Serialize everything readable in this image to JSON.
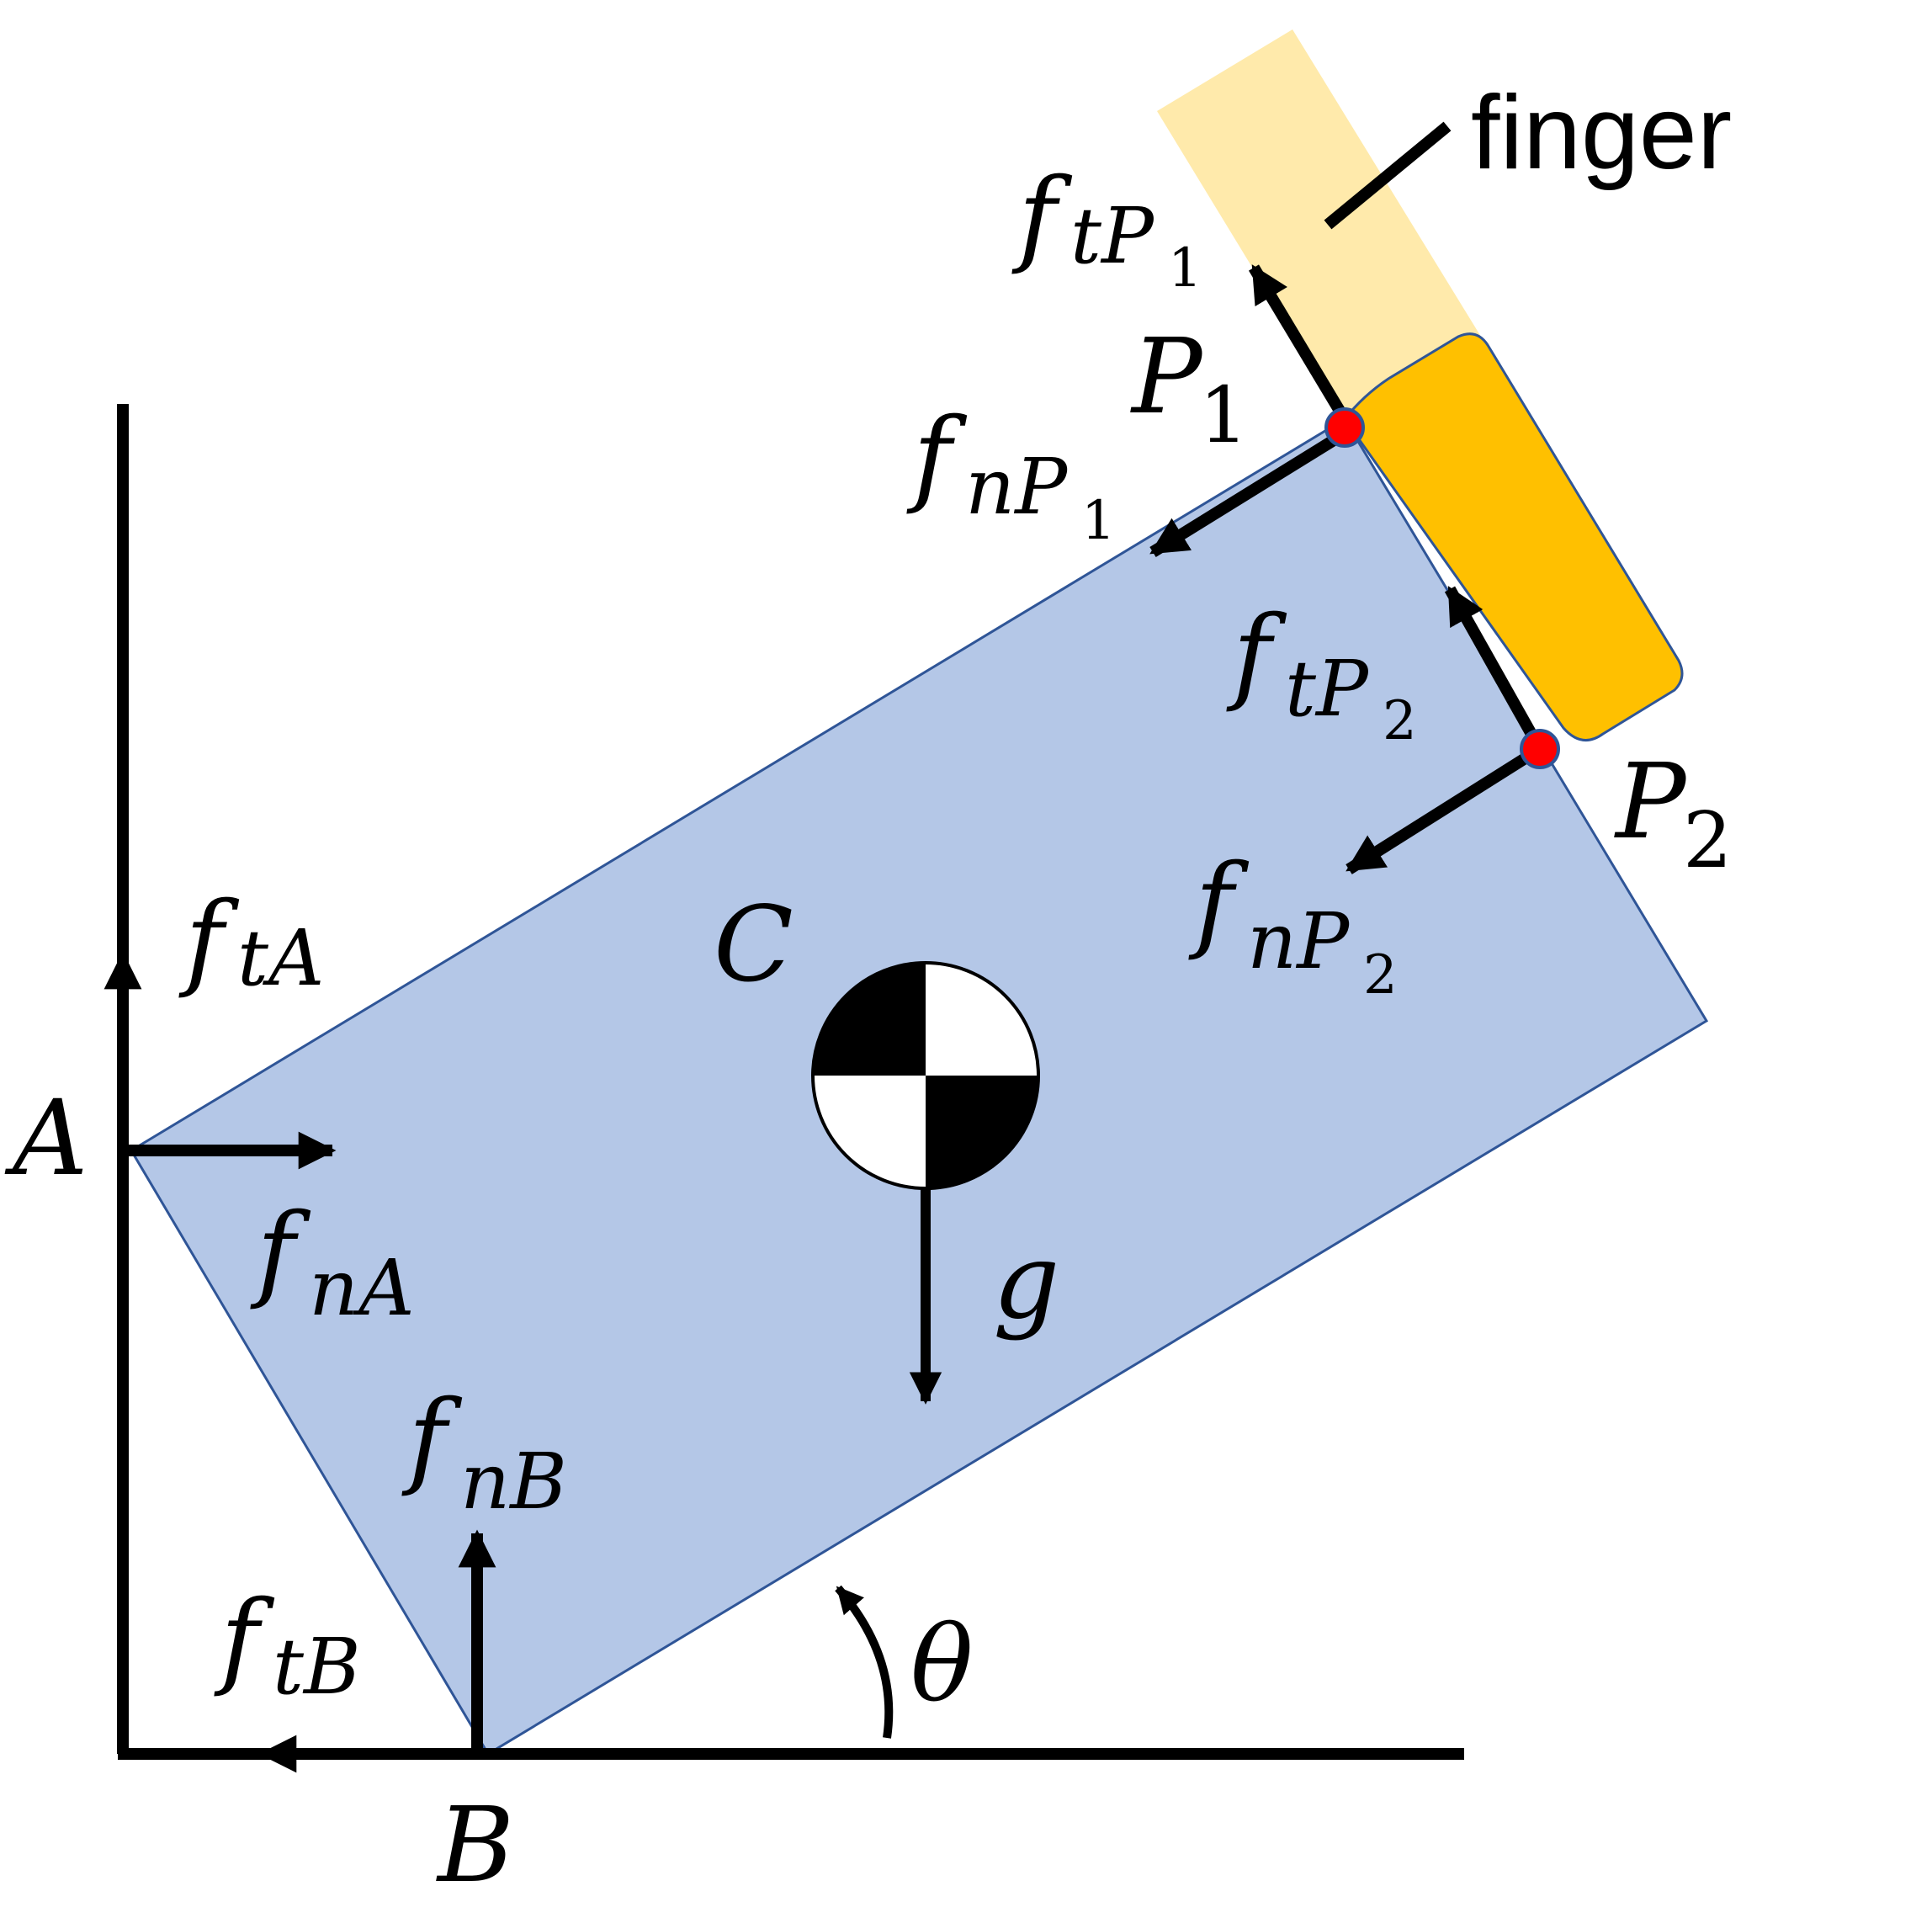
{
  "labels": {
    "finger": "finger",
    "point_A": "A",
    "point_B": "B",
    "point_C": "C",
    "point_P1_main": "P",
    "point_P1_sub": "1",
    "point_P2_main": "P",
    "point_P2_sub": "2",
    "gravity": "g",
    "angle": "θ",
    "f": "f",
    "ftA_sub": "tA",
    "fnA_sub": "nA",
    "ftB_sub": "tB",
    "fnB_sub": "nB",
    "ftP1_sub": "tP",
    "ftP1_subsub": "1",
    "fnP1_sub": "nP",
    "fnP1_subsub": "1",
    "ftP2_sub": "tP",
    "ftP2_subsub": "2",
    "fnP2_sub": "nP",
    "fnP2_subsub": "2"
  },
  "colors": {
    "box_fill": "#b4c7e7",
    "box_stroke": "#2f5597",
    "finger_light": "#ffeaab",
    "finger_pad": "#ffc000",
    "contact_point": "#ff0000",
    "arrow": "#000000"
  }
}
